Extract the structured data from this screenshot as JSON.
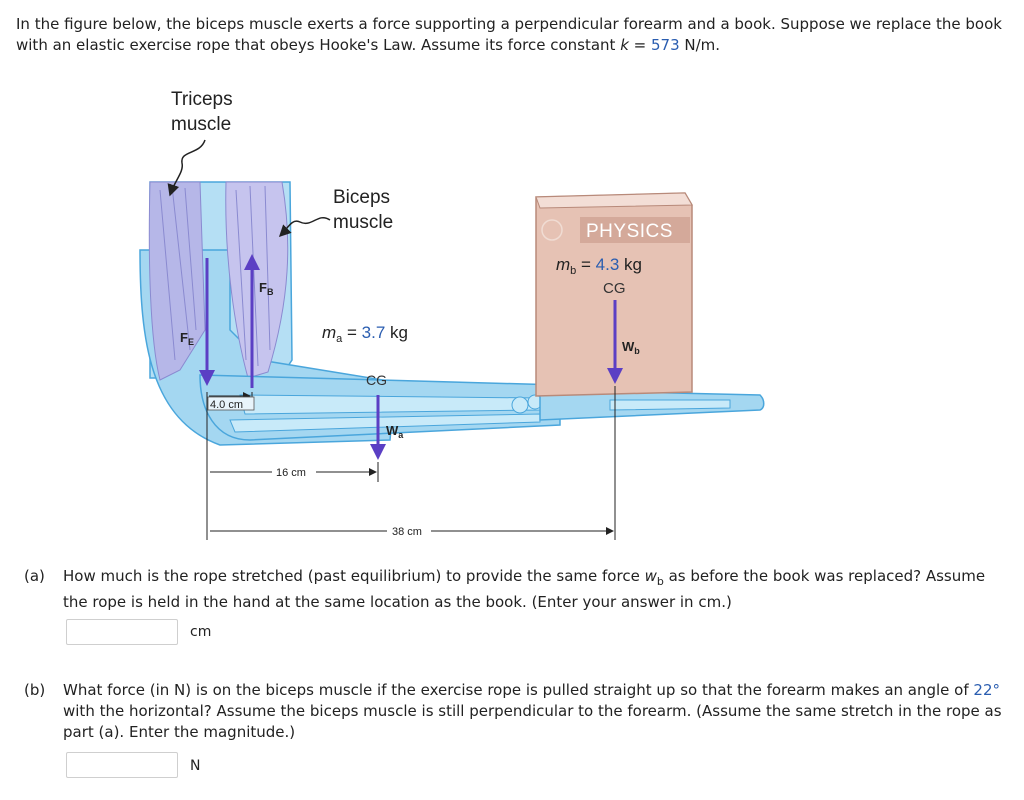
{
  "intro": {
    "text_pre": "In the figure below, the biceps muscle exerts a force supporting a perpendicular forearm and a book. Suppose we replace the book with an elastic exercise rope that obeys Hooke's Law. Assume its force constant ",
    "k_symbol": "k",
    "k_eq": " = ",
    "k_value": "573",
    "k_unit": " N/m."
  },
  "figure": {
    "triceps_label_line1": "Triceps",
    "triceps_label_line2": "muscle",
    "biceps_label_line1": "Biceps",
    "biceps_label_line2": "muscle",
    "book_title": "PHYSICS",
    "mb_symbol": "m",
    "mb_sub": "b",
    "mb_eq": " = ",
    "mb_value": "4.3",
    "mb_unit": " kg",
    "book_cg": "CG",
    "wb_symbol": "W",
    "wb_sub": "b",
    "ma_symbol": "m",
    "ma_sub": "a",
    "ma_eq": " = ",
    "ma_value": "3.7",
    "ma_unit": " kg",
    "arm_cg": "CG",
    "wa_symbol": "W",
    "wa_sub": "a",
    "fe_symbol": "F",
    "fe_sub": "E",
    "fb_symbol": "F",
    "fb_sub": "B",
    "dim_small": "4.0 cm",
    "dim_mid": "16 cm",
    "dim_long": "38 cm"
  },
  "part_a": {
    "label": "(a)",
    "text_pre": "How much is the rope stretched (past equilibrium) to provide the same force ",
    "w_symbol": "w",
    "w_sub": "b",
    "text_post": " as before the book was replaced? Assume the rope is held in the hand at the same location as the book. (Enter your answer in cm.)",
    "unit": "cm",
    "value": ""
  },
  "part_b": {
    "label": "(b)",
    "text_pre": "What force (in N) is on the biceps muscle if the exercise rope is pulled straight up so that the forearm makes an angle of ",
    "angle": "22°",
    "text_post": " with the horizontal? Assume the biceps muscle is still perpendicular to the forearm. (Assume the same stretch in the rope as part (a). Enter the magnitude.)",
    "unit": "N",
    "value": ""
  },
  "colors": {
    "accent_blue": "#2a5db0",
    "arm_blue": "#9fd3ef",
    "arm_outline": "#4aa6dc",
    "muscle_purple": "#b6b7e8",
    "arrow_purple": "#5b3fc4",
    "book_fill": "#e6c2b4",
    "book_edge": "#b88a7a"
  }
}
